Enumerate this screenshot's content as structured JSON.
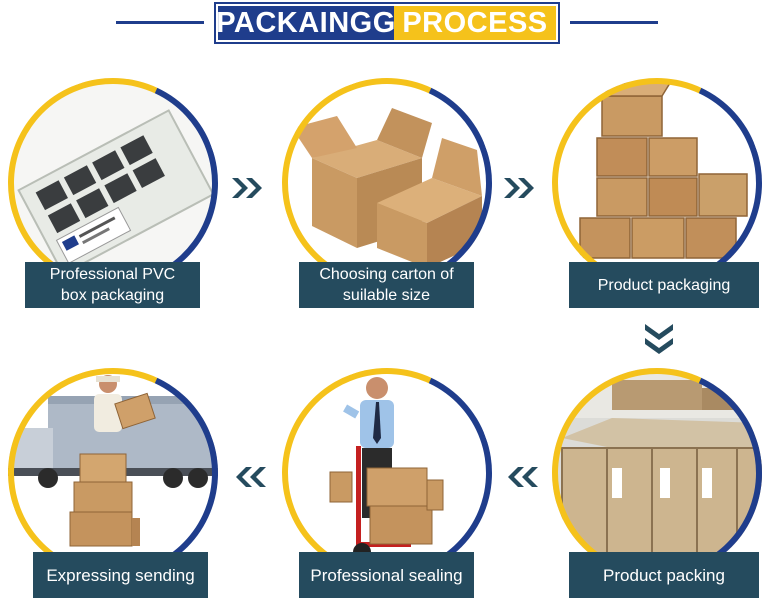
{
  "header": {
    "title_part1": "PACKAINGG",
    "title_part2": "PROCESS"
  },
  "steps": [
    {
      "label_line1": "Professional PVC",
      "label_line2": "box packaging"
    },
    {
      "label_line1": "Choosing carton of",
      "label_line2": "suilable size"
    },
    {
      "label_line1": "Product packaging",
      "label_line2": ""
    },
    {
      "label_line1": "Product packing",
      "label_line2": ""
    },
    {
      "label_line1": "Professional sealing",
      "label_line2": ""
    },
    {
      "label_line1": "Expressing sending",
      "label_line2": ""
    }
  ],
  "colors": {
    "navy": "#1f3d8c",
    "yellow": "#f5c21b",
    "label_bg": "#254b5e",
    "cardboard": "#c99a63"
  },
  "icons": [
    "double-chevron-right-icon",
    "double-chevron-down-icon",
    "double-chevron-left-icon"
  ]
}
